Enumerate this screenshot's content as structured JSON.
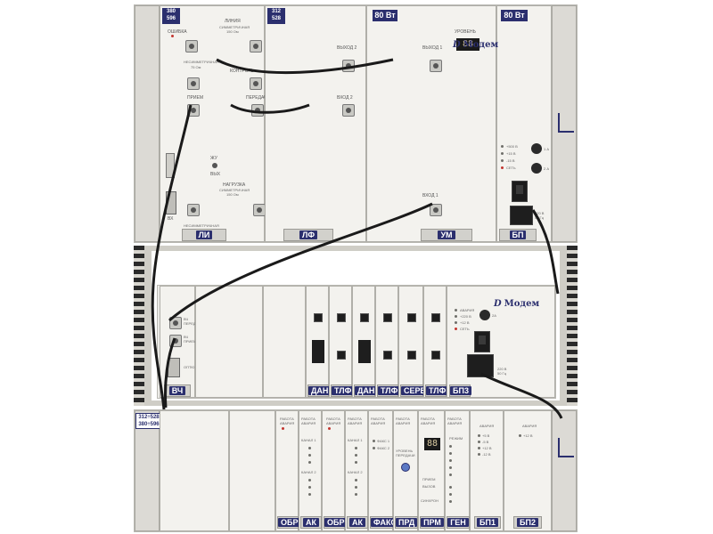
{
  "rack_top": {
    "title_left": "380\n596",
    "title_mid": "312\n528",
    "power_rating": "80 Вт",
    "power_rating_right": "80 Вт",
    "brand": "Модем",
    "alarm_label": "ОШИБКА",
    "line_label": "ЛИНИЯ",
    "line_sym": "СИММЕТРИЧНАЯ",
    "line_ohm": "150 Ом",
    "asym_label": "НЕСИММЕТРИЧНАЯ",
    "asym_ohm": "75 Ом",
    "control_label": "КОНТРОЛЬ",
    "recv_label": "ПРИЕМ",
    "trans_label": "ПЕРЕДАЧА",
    "out2_label": "ВЫХОД 2",
    "in2_label": "ВХОД 2",
    "out1_label": "ВЫХОД 1",
    "in1_label": "ВХОД 1",
    "level_label": "УРОВЕНЬ",
    "level_display": "88",
    "load_label": "НАГРУЗКА",
    "load_sym": "СИММЕТРИЧНАЯ",
    "load_ohm": "150 Ом",
    "load_asym": "НЕСИММЕТРИЧНАЯ",
    "load_asym_ohm": "75 Ом",
    "zhu_label": "ЖУ",
    "vyh_label": "ВЫХ",
    "vh_label": "ВХ",
    "psu_leds": [
      "+500 В",
      "+15 В",
      "-15 В",
      "СЕТЬ"
    ],
    "fuse_label_1": "1 А",
    "fuse_label_2": "2 А",
    "mains": "220 В\n50 Гц",
    "modules": [
      "ЛИ",
      "ЛФ",
      "УМ",
      "БП"
    ]
  },
  "rack_mid": {
    "brand": "Модем",
    "vch_in": "ВЧ\nПЕРЕД",
    "vch_out": "ВЧ\nПРИЕМ",
    "service": "ОПТЮ",
    "psu_leds": [
      "АВАРИЯ",
      "+220 В",
      "+12 В",
      "СЕТЬ"
    ],
    "fuse": "2А",
    "mains": "220 В\n50 Гц",
    "modules": [
      "ВЧ",
      "ДАН",
      "ТЛФ",
      "ДАН",
      "ТЛФ",
      "СЕРВ",
      "ТЛФ",
      "БП3"
    ]
  },
  "rack_bot": {
    "title": "312÷528\n380÷596",
    "work_alarm": "РАБОТА\nАВАРИЯ",
    "channel1": "КАНАЛ 1",
    "channel2": "КАНАЛ 2",
    "fax_leds": [
      "ФАКС 1",
      "ФАКС 2"
    ],
    "level_trans": "УРОВЕНЬ\nПЕРЕДАЧИ",
    "prm_display": "88",
    "recv": "ПРИЕМ",
    "dispatch": "ВЫЗОВ",
    "syncro": "СИНХРОН",
    "gen_label": "РЕЖИМ",
    "bp1_leds": [
      "+5 В",
      "-5 В",
      "+12 В",
      "-12 В"
    ],
    "bp2_led": "+12 В",
    "alarm": "АВАРИЯ",
    "modules": [
      "ОБР",
      "АК",
      "ОБР",
      "АК",
      "ФАКС",
      "ПРД",
      "ПРМ",
      "ГЕН",
      "БП1",
      "БП2"
    ]
  },
  "colors": {
    "label_bg": "#2b2f6e",
    "rack_bg": "#ecebe7",
    "cable": "#1a1a1a",
    "led_red": "#c2352f"
  }
}
